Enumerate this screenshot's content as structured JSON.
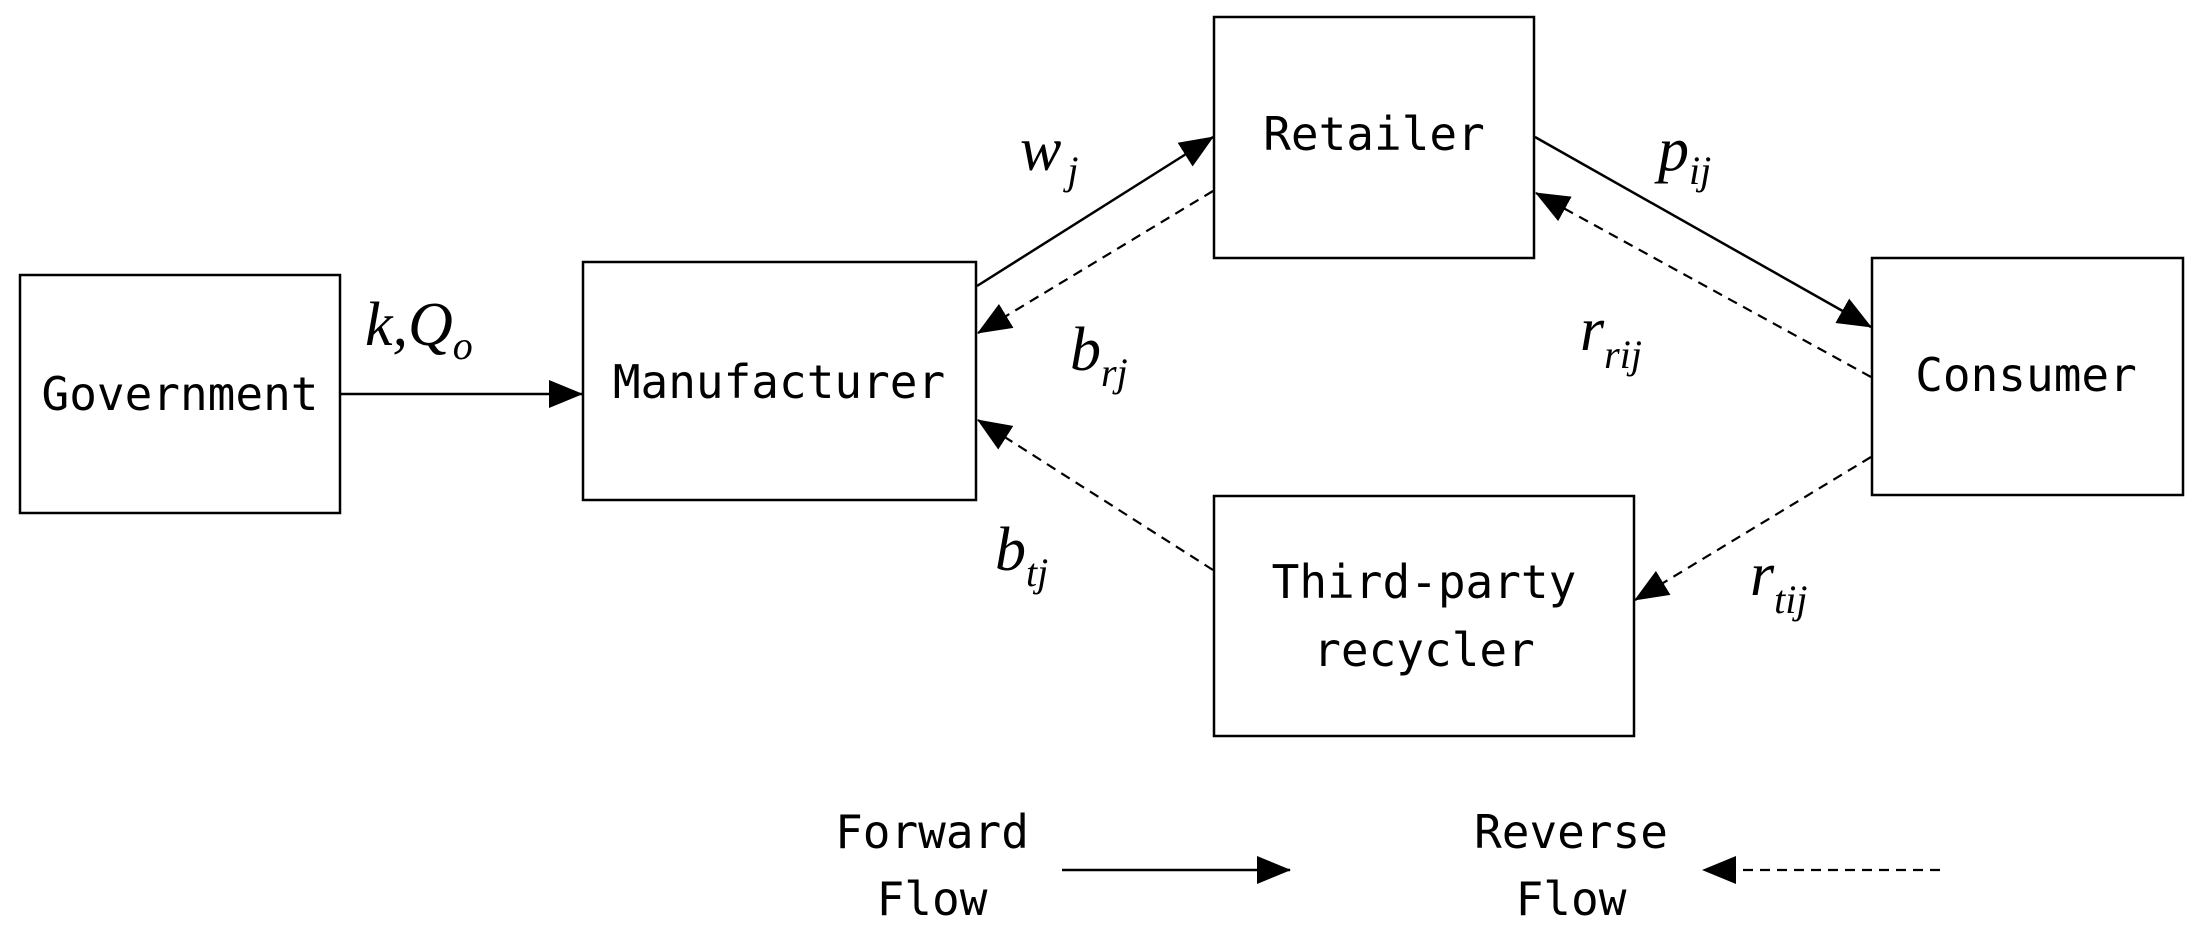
{
  "nodes": {
    "government": "Government",
    "manufacturer": "Manufacturer",
    "retailer": "Retailer",
    "consumer": "Consumer",
    "recycler_line1": "Third-party",
    "recycler_line2": "recycler"
  },
  "edge_labels": {
    "gov_to_mfr": {
      "main": "k,Q",
      "sub": "o"
    },
    "mfr_to_retailer": {
      "main": "w",
      "sub": "j"
    },
    "retailer_to_mfr": {
      "main": "b",
      "sub": "rj"
    },
    "retailer_to_consumer": {
      "main": "p",
      "sub": "ij"
    },
    "consumer_to_retailer": {
      "main": "r",
      "sub": "rij"
    },
    "consumer_to_recycler": {
      "main": "r",
      "sub": "tij"
    },
    "recycler_to_mfr": {
      "main": "b",
      "sub": "tj"
    }
  },
  "legend": {
    "forward_line1": "Forward",
    "forward_line2": "Flow",
    "reverse_line1": "Reverse",
    "reverse_line2": "Flow"
  },
  "colors": {
    "stroke": "#000000",
    "background": "#ffffff"
  }
}
